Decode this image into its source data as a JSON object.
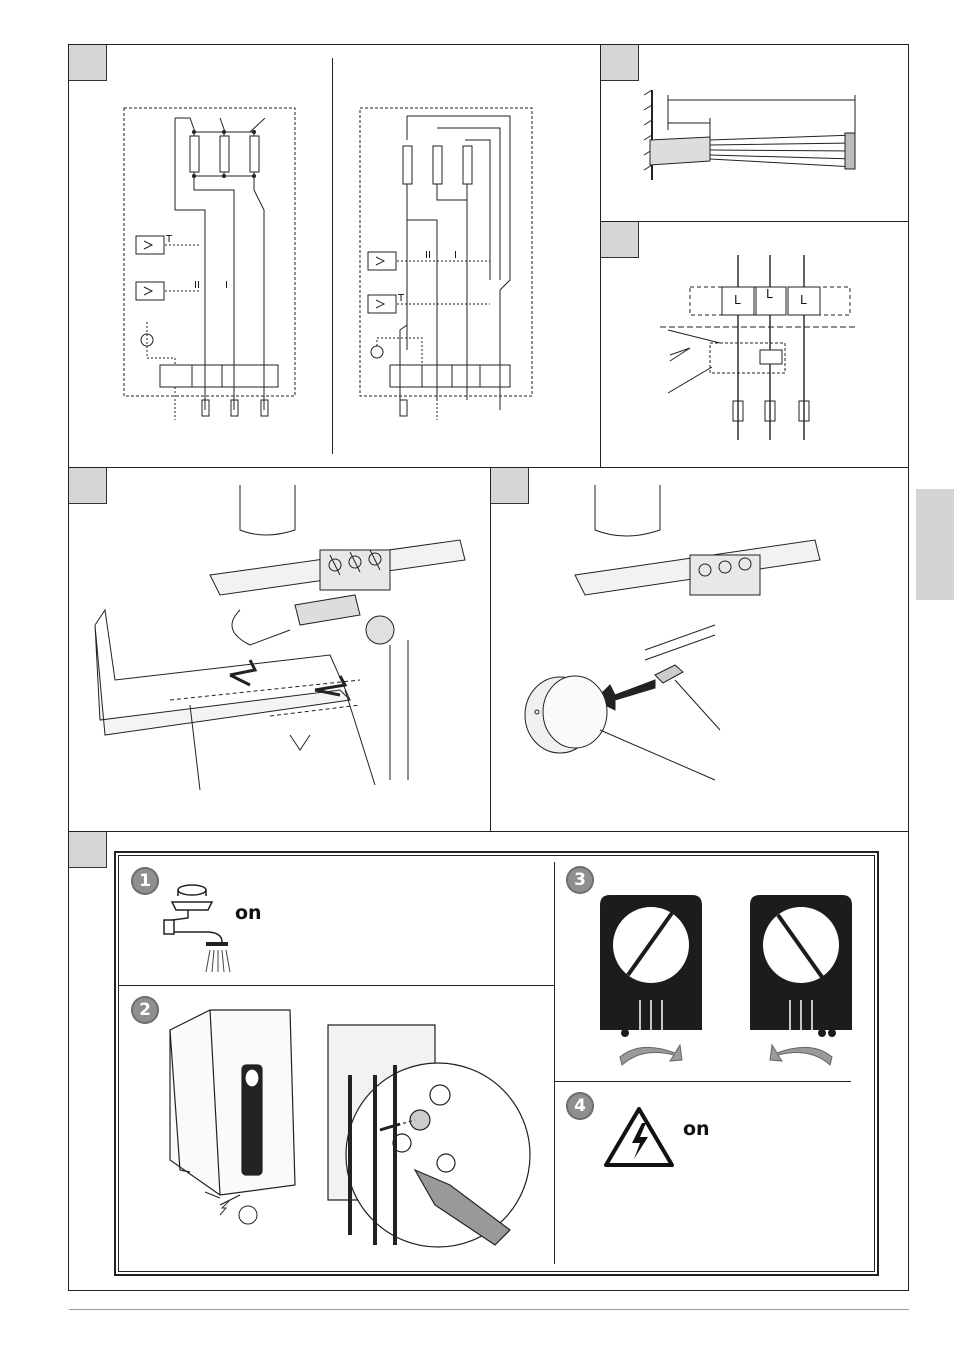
{
  "steps": {
    "step1": {
      "number": "1",
      "label": "on"
    },
    "step2": {
      "number": "2"
    },
    "step3": {
      "number": "3"
    },
    "step4": {
      "number": "4",
      "label": "on"
    }
  },
  "terminal_labels": {
    "l1": "L",
    "l2": "L",
    "l3": "L"
  },
  "switch_marks": {
    "t": "T",
    "two": "II",
    "one": "I"
  },
  "colors": {
    "tag_gray": "#d6d6d6",
    "line": "#222222",
    "step_badge": "#8f8f8f"
  },
  "icons": [
    "water-tap-icon",
    "electric-hazard-icon",
    "rotate-left-arrow-icon",
    "rotate-right-arrow-icon",
    "screwdriver-icon"
  ]
}
